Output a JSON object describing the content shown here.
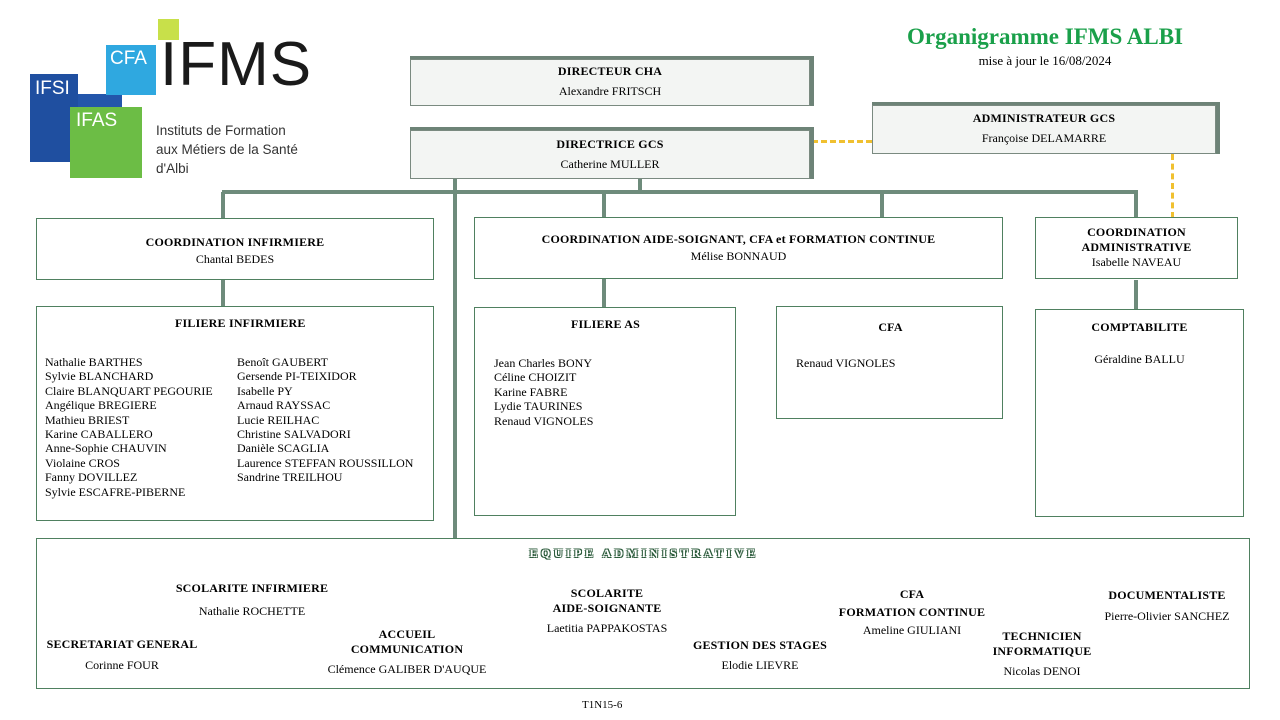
{
  "header": {
    "title": "Organigramme IFMS ALBI",
    "subtitle": "mise à jour le 16/08/2024",
    "title_color": "#1aa04a"
  },
  "logo": {
    "ifsi": "IFSI",
    "cfa": "CFA",
    "ifas": "IFAS",
    "ifms": "IFMS",
    "tagline": [
      "Instituts de Formation",
      "aux Métiers de la Santé",
      "d'Albi"
    ],
    "colors": {
      "ifsi": "#1f4fa0",
      "cfa": "#2fa8e0",
      "ifas": "#6cbd45",
      "accent": "#c8e04a"
    }
  },
  "directeur_cha": {
    "title": "DIRECTEUR CHA",
    "name": "Alexandre FRITSCH"
  },
  "directrice_gcs": {
    "title": "DIRECTRICE GCS",
    "name": "Catherine MULLER"
  },
  "admin_gcs": {
    "title": "ADMINISTRATEUR GCS",
    "name": "Françoise DELAMARRE"
  },
  "coord_infirmiere": {
    "title": "COORDINATION INFIRMIERE",
    "name": "Chantal BEDES"
  },
  "coord_as": {
    "title": "COORDINATION AIDE-SOIGNANT, CFA et FORMATION CONTINUE",
    "name": "Mélise BONNAUD"
  },
  "coord_admin": {
    "title_line1": "COORDINATION",
    "title_line2": "ADMINISTRATIVE",
    "name": "Isabelle NAVEAU"
  },
  "filiere_infirmiere": {
    "title": "FILIERE INFIRMIERE",
    "col1": [
      "Nathalie BARTHES",
      "Sylvie BLANCHARD",
      "Claire BLANQUART PEGOURIE",
      "Angélique BREGIERE",
      "Mathieu BRIEST",
      "Karine CABALLERO",
      "Anne-Sophie CHAUVIN",
      "Violaine CROS",
      "Fanny DOVILLEZ",
      "Sylvie ESCAFRE-PIBERNE"
    ],
    "col2": [
      "Benoît GAUBERT",
      "Gersende PI-TEIXIDOR",
      "Isabelle PY",
      "Arnaud RAYSSAC",
      "Lucie REILHAC",
      "Christine SALVADORI",
      "Danièle SCAGLIA",
      "Laurence STEFFAN ROUSSILLON",
      "Sandrine TREILHOU"
    ]
  },
  "filiere_as": {
    "title": "FILIERE AS",
    "members": [
      "Jean Charles BONY",
      "Céline CHOIZIT",
      "Karine FABRE",
      "Lydie TAURINES",
      "Renaud VIGNOLES"
    ]
  },
  "cfa_box": {
    "title": "CFA",
    "name": "Renaud VIGNOLES"
  },
  "comptabilite": {
    "title": "COMPTABILITE",
    "name": "Géraldine BALLU"
  },
  "equipe_admin": {
    "title": "EQUIPE ADMINISTRATIVE",
    "scolarite_inf": {
      "title": "SCOLARITE INFIRMIERE",
      "name": "Nathalie ROCHETTE"
    },
    "secretariat": {
      "title": "SECRETARIAT GENERAL",
      "name": "Corinne FOUR"
    },
    "accueil": {
      "title_line1": "ACCUEIL",
      "title_line2": "COMMUNICATION",
      "name": "Clémence GALIBER D'AUQUE"
    },
    "scolarite_as": {
      "title_line1": "SCOLARITE",
      "title_line2": "AIDE-SOIGNANTE",
      "name": "Laetitia PAPPAKOSTAS"
    },
    "stages": {
      "title": "GESTION DES STAGES",
      "name": "Elodie LIEVRE"
    },
    "cfa_fc": {
      "title_line1": "CFA",
      "title_line2": "FORMATION CONTINUE",
      "name": "Ameline GIULIANI"
    },
    "technicien": {
      "title_line1": "TECHNICIEN",
      "title_line2": "INFORMATIQUE",
      "name": "Nicolas DENOI"
    },
    "documentaliste": {
      "title": "DOCUMENTALISTE",
      "name": "Pierre-Olivier SANCHEZ"
    }
  },
  "footer_code": "T1N15-6"
}
